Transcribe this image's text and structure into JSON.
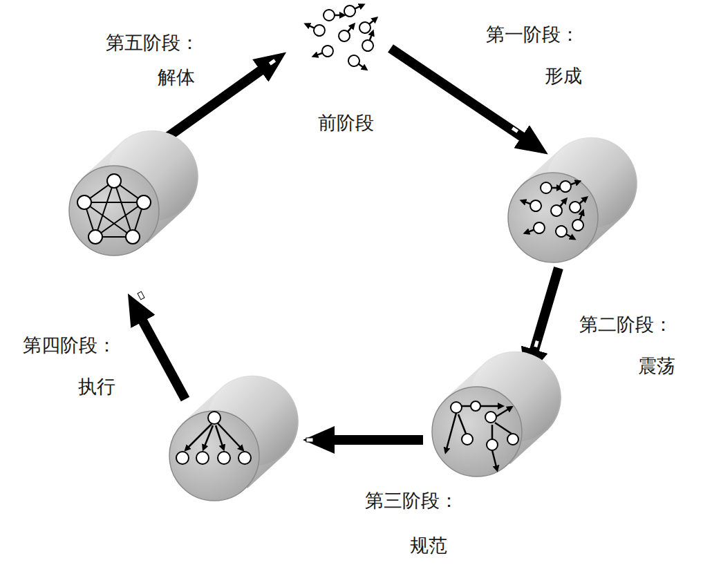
{
  "diagram": {
    "labels": [
      "前阶段",
      "第一阶段：",
      "形成",
      "第二阶段：",
      "震荡",
      "第三阶段：",
      "规范",
      "第四阶段：",
      "执行",
      "第五阶段：",
      "解体"
    ]
  }
}
